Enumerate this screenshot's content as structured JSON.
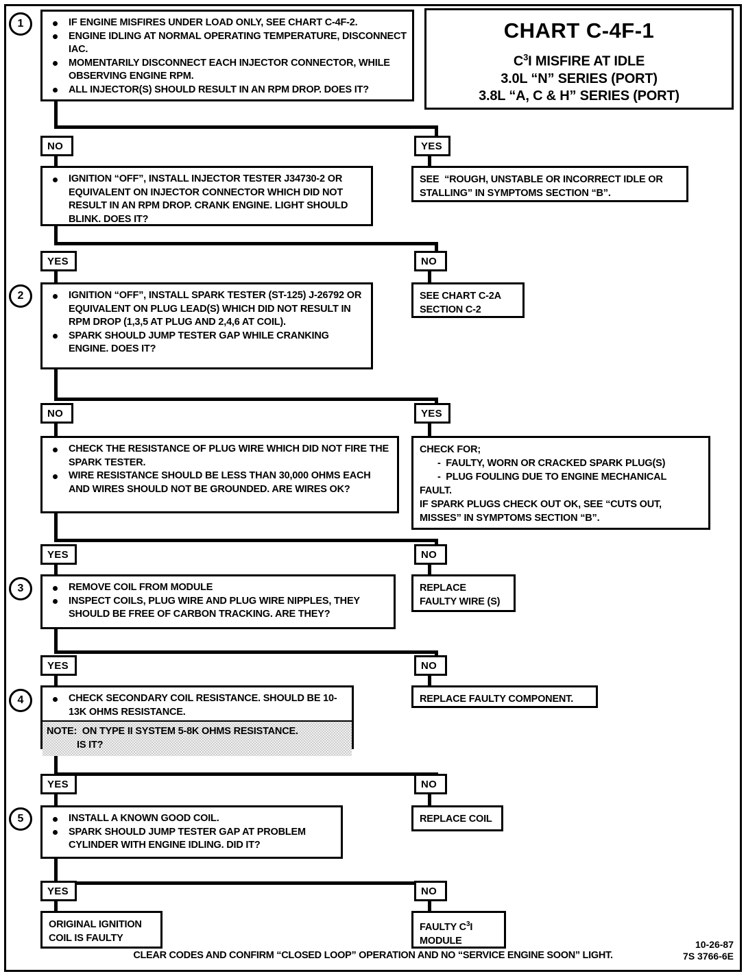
{
  "title": {
    "chart_id": "CHART C-4F-1",
    "subtitle_prefix": "C",
    "subtitle_sup": "3",
    "subtitle_rest": "I MISFIRE AT IDLE",
    "engine_line_1": "3.0L  “N”  SERIES  (PORT)",
    "engine_line_2": "3.8L  “A, C & H”  SERIES  (PORT)"
  },
  "steps": {
    "n1": "1",
    "n2": "2",
    "n3": "3",
    "n4": "4",
    "n5": "5"
  },
  "labels": {
    "yes": "YES",
    "no": "NO"
  },
  "step1": {
    "b1": "IF ENGINE MISFIRES UNDER LOAD ONLY, SEE CHART C-4F-2.",
    "b2": "ENGINE IDLING AT NORMAL OPERATING TEMPERATURE, DISCONNECT IAC.",
    "b3": "MOMENTARILY DISCONNECT EACH INJECTOR CONNECTOR, WHILE OBSERVING ENGINE RPM.",
    "b4": "ALL INJECTOR(S) SHOULD RESULT IN AN RPM DROP.  DOES IT?"
  },
  "idle_stall": {
    "line1": "SEE  “ROUGH, UNSTABLE OR INCORRECT IDLE OR",
    "line2": "STALLING” IN SYMPTOMS SECTION “B”."
  },
  "injector_tester": {
    "b1": "IGNITION “OFF”, INSTALL INJECTOR TESTER J34730-2 OR EQUIVALENT ON INJECTOR CONNECTOR WHICH DID NOT RESULT IN AN  RPM DROP.  CRANK ENGINE.  LIGHT SHOULD BLINK. DOES IT?"
  },
  "chart_c2a": {
    "line1": "SEE CHART C-2A",
    "line2": "SECTION C-2"
  },
  "step2": {
    "b1": "IGNITION “OFF”, INSTALL SPARK TESTER  (ST-125) J-26792 OR EQUIVALENT ON PLUG LEAD(S) WHICH DID NOT RESULT IN RPM DROP (1,3,5 AT PLUG AND 2,4,6 AT COIL).",
    "b2": "SPARK SHOULD JUMP TESTER GAP WHILE CRANKING ENGINE.  DOES IT?"
  },
  "plug_wire": {
    "b1": "CHECK THE RESISTANCE OF  PLUG WIRE  WHICH DID NOT FIRE THE SPARK TESTER.",
    "b2": "WIRE RESISTANCE SHOULD BE LESS THAN 30,000 OHMS EACH  AND WIRES  SHOULD NOT BE GROUNDED.  ARE WIRES OK?"
  },
  "check_for": {
    "line1": "CHECK FOR;",
    "line2": "-  FAULTY, WORN OR CRACKED SPARK PLUG(S)",
    "line3": "-  PLUG FOULING DUE TO ENGINE MECHANICAL",
    "line4": "FAULT.",
    "line5": "IF SPARK PLUGS CHECK OUT OK, SEE “CUTS OUT,",
    "line6": "MISSES” IN SYMPTOMS SECTION “B”."
  },
  "step3": {
    "b1": "REMOVE COIL FROM MODULE",
    "b2": "INSPECT COILS, PLUG WIRE AND PLUG WIRE NIPPLES, THEY SHOULD BE  FREE OF CARBON TRACKING.  ARE THEY?"
  },
  "replace_wire": {
    "line1": "REPLACE",
    "line2": "FAULTY WIRE (S)"
  },
  "step4": {
    "b1": "CHECK SECONDARY COIL RESISTANCE.  SHOULD BE 10-13K OHMS RESISTANCE.",
    "note": "NOTE:  ON TYPE II SYSTEM 5-8K OHMS RESISTANCE.",
    "note_q": "IS IT?"
  },
  "replace_component": {
    "line1": "REPLACE FAULTY COMPONENT."
  },
  "step5": {
    "b1": "INSTALL A KNOWN GOOD COIL.",
    "b2": "SPARK SHOULD JUMP TESTER GAP AT PROBLEM CYLINDER  WITH ENGINE IDLING.  DID IT?"
  },
  "replace_coil": {
    "line1": "REPLACE COIL"
  },
  "original_coil": {
    "line1": "ORIGINAL IGNITION",
    "line2": "COIL IS FAULTY"
  },
  "faulty_module": {
    "prefix": "FAULTY C",
    "sup": "3",
    "rest": "I",
    "line2": "MODULE"
  },
  "footer": {
    "text": "CLEAR CODES AND CONFIRM “CLOSED LOOP”  OPERATION AND NO “SERVICE ENGINE SOON” LIGHT.",
    "date": "10-26-87",
    "part": "7S 3766-6E"
  }
}
